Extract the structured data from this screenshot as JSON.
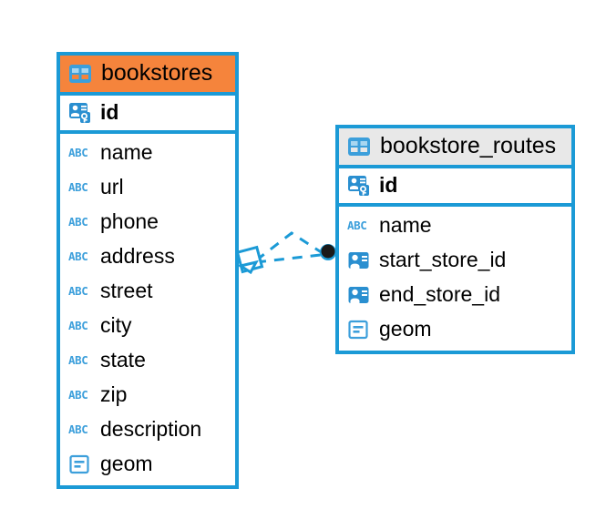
{
  "diagram": {
    "type": "entity-relationship-diagram",
    "colors": {
      "accent_blue": "#1B9AD6",
      "header_orange": "#F5843C",
      "header_gray": "#E8E8E8",
      "background": "#FFFFFF",
      "text": "#000000",
      "endpoint_dark": "#1A1A1A"
    },
    "entities": [
      {
        "name": "bookstores",
        "header_color": "#F5843C",
        "icon": "table-icon",
        "primary_keys": [
          {
            "label": "id",
            "icon": "primary-key-icon"
          }
        ],
        "fields": [
          {
            "label": "name",
            "icon": "text-abc-icon"
          },
          {
            "label": "url",
            "icon": "text-abc-icon"
          },
          {
            "label": "phone",
            "icon": "text-abc-icon"
          },
          {
            "label": "address",
            "icon": "text-abc-icon"
          },
          {
            "label": "street",
            "icon": "text-abc-icon"
          },
          {
            "label": "city",
            "icon": "text-abc-icon"
          },
          {
            "label": "state",
            "icon": "text-abc-icon"
          },
          {
            "label": "zip",
            "icon": "text-abc-icon"
          },
          {
            "label": "description",
            "icon": "text-abc-icon"
          },
          {
            "label": "geom",
            "icon": "geometry-icon"
          }
        ]
      },
      {
        "name": "bookstore_routes",
        "header_color": "#E8E8E8",
        "icon": "table-icon",
        "primary_keys": [
          {
            "label": "id",
            "icon": "primary-key-icon"
          }
        ],
        "fields": [
          {
            "label": "name",
            "icon": "text-abc-icon"
          },
          {
            "label": "start_store_id",
            "icon": "foreign-key-icon"
          },
          {
            "label": "end_store_id",
            "icon": "foreign-key-icon"
          },
          {
            "label": "geom",
            "icon": "geometry-icon"
          }
        ]
      }
    ],
    "relationship": {
      "style": "dashed",
      "color": "#1B9AD6",
      "source_entity": "bookstores",
      "target_entity": "bookstore_routes",
      "source_marker": "diamond-marker",
      "target_marker": "filled-circle-marker"
    }
  }
}
